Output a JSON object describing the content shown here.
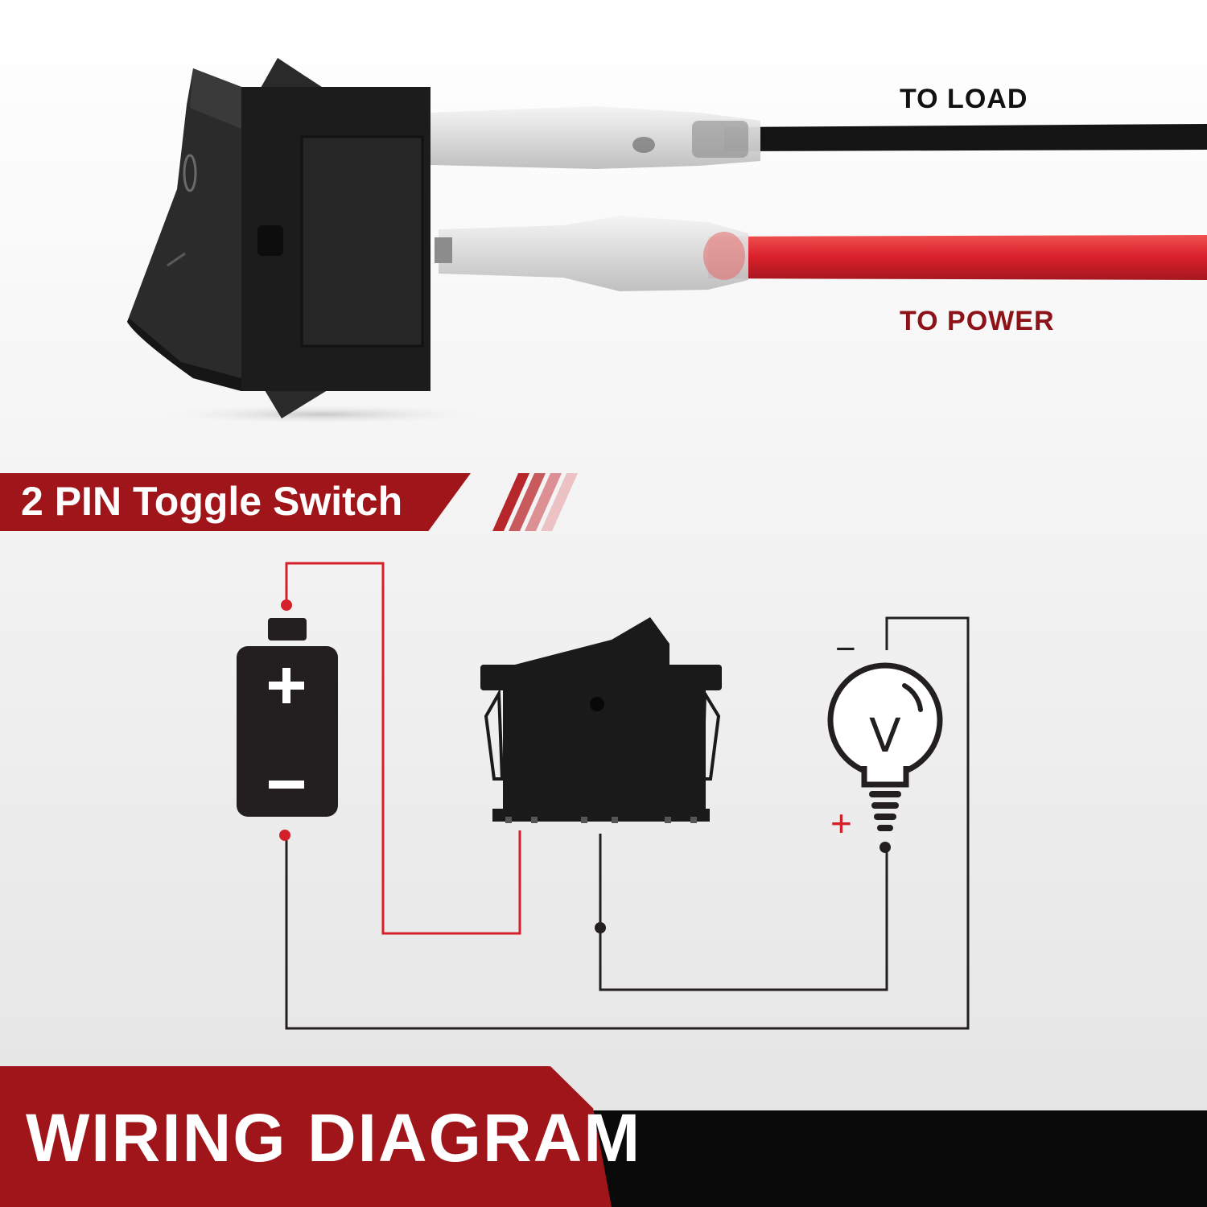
{
  "labels": {
    "to_load": "TO LOAD",
    "to_power": "TO POWER",
    "banner_title": "2 PIN Toggle Switch",
    "footer_title": "WIRING DIAGRAM"
  },
  "diagram": {
    "battery_plus": "+",
    "battery_minus": "−",
    "bulb_minus": "−",
    "bulb_plus": "+",
    "bulb_symbol": "V"
  },
  "colors": {
    "accent_red": "#a0151a",
    "dark_red_text": "#8e1318",
    "wire_red": "#d4202a",
    "wire_black": "#231f20",
    "switch_black": "#1a1a1a"
  },
  "icons": [
    "battery-icon",
    "rocker-switch-icon",
    "light-bulb-icon"
  ]
}
